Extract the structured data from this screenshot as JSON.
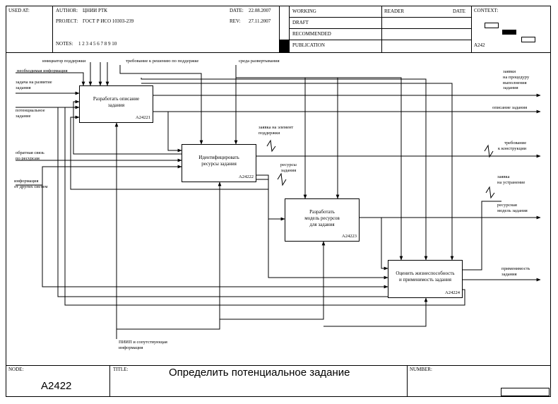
{
  "header": {
    "used_at": "USED AT:",
    "author_label": "AUTHOR:",
    "author": "ЦНИИ РТК",
    "project_label": "PROJECT:",
    "project": "ГОСТ Р ИСО 10303-239",
    "notes_label": "NOTES:",
    "notes": "1 2 3 4 5 6 7 8 9 10",
    "date_label": "DATE:",
    "date": "22.08.2007",
    "rev_label": "REV:",
    "rev": "27.11.2007",
    "status": [
      "WORKING",
      "DRAFT",
      "RECOMMENDED",
      "PUBLICATION"
    ],
    "reader_label": "READER",
    "reader_date_label": "DATE",
    "context_label": "CONTEXT:",
    "context_node": "A242"
  },
  "boxes": [
    {
      "name": "Разработать описание\nзадания",
      "id": "A24221"
    },
    {
      "name": "Идентифицировать\nресурсы задания",
      "id": "A24222"
    },
    {
      "name": "Разработать\nмодель ресурсов\nдля задания",
      "id": "A24223"
    },
    {
      "name": "Оценить жизнеспособность\nи применимость задания",
      "id": "A24224"
    }
  ],
  "arrows": {
    "controls": [
      "инициатор поддержки",
      "необходимая информация",
      "требование к решению по поддержке",
      "среда развертывания"
    ],
    "inputs": [
      "задача на развитие\nзадания",
      "потенциальное\nзадание",
      "обратная связь\nпо ресурсам",
      "информация\nот других систем"
    ],
    "mechanism": "ПИИП и сопутствующая\nинформация",
    "internal": [
      "заявка на элемент\nподдержки",
      "ресурсы\nзадания"
    ],
    "outputs": [
      "заявки\nна процедуру\nвыполнения\nзадания",
      "описание задания",
      "требование\nк конструкции",
      "заявка\nна устранение",
      "ресурсная\nмодель задания",
      "применимость\nзадания"
    ]
  },
  "footer": {
    "node_label": "NODE:",
    "node": "A2422",
    "title_label": "TITLE:",
    "title": "Определить потенциальное задание",
    "number_label": "NUMBER:"
  }
}
